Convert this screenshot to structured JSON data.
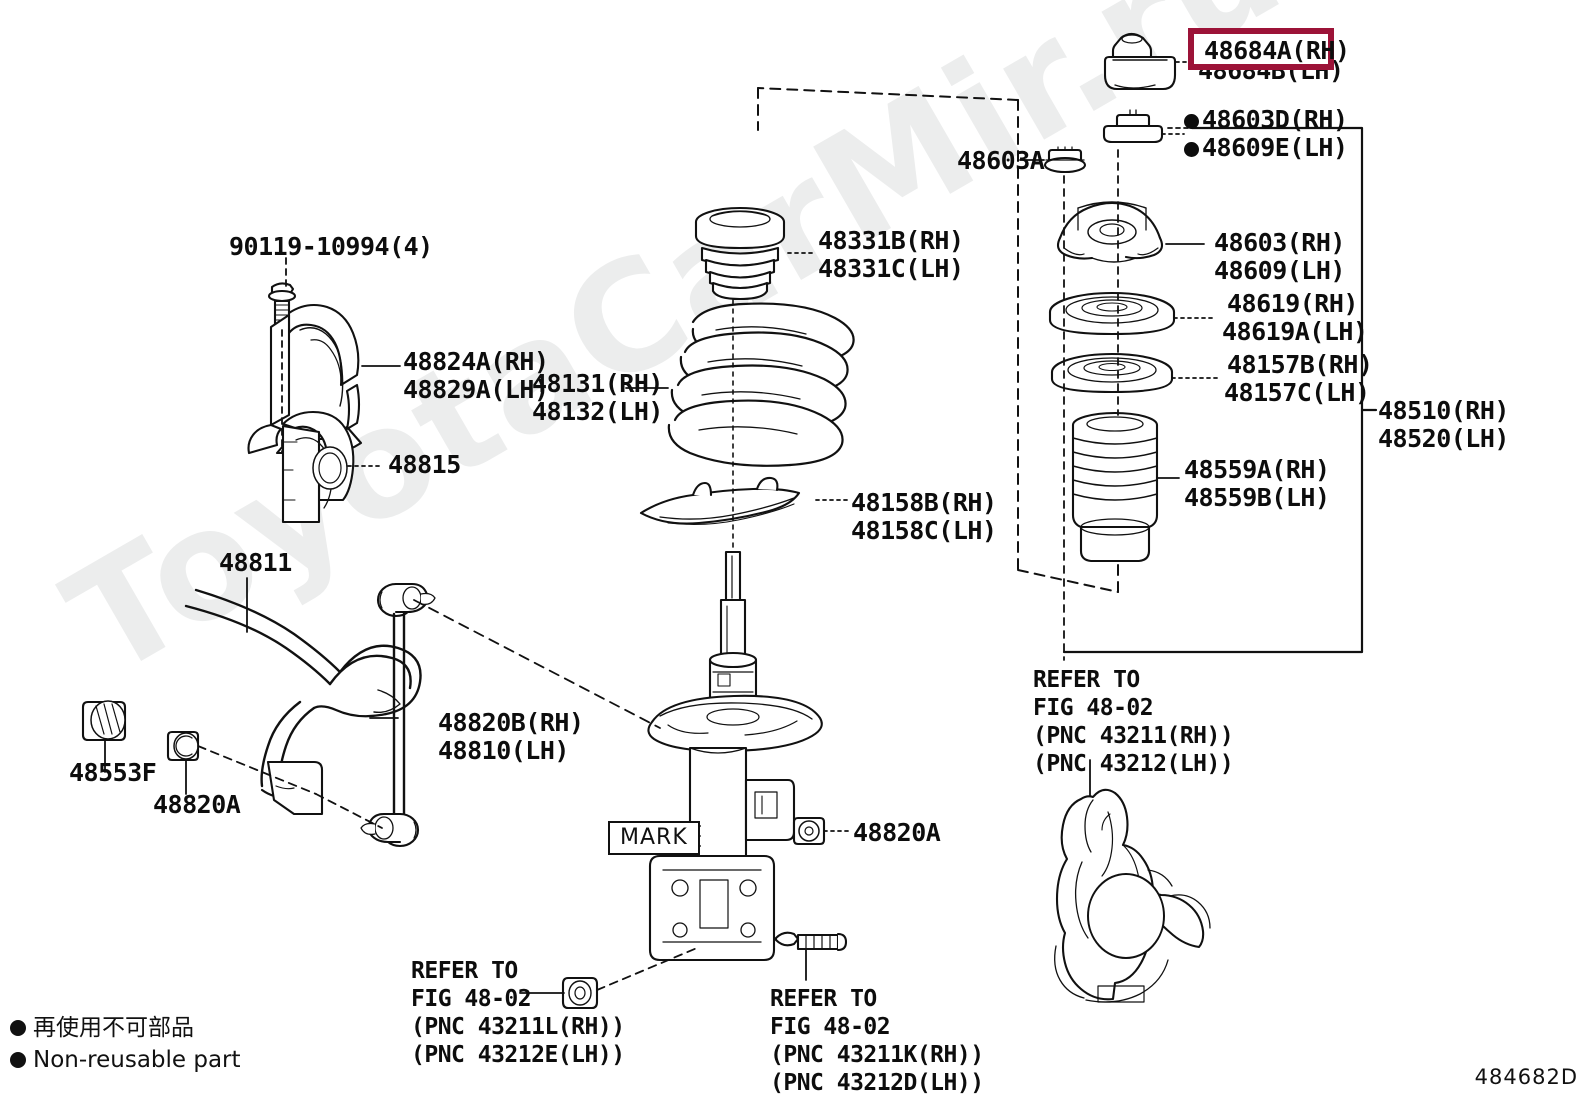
{
  "diagram": {
    "code": "484682D",
    "watermark_text": "ToyotaCarMir.ru"
  },
  "legend": {
    "japanese": "再使用不可部品",
    "english": "Non-reusable part"
  },
  "highlight": {
    "color": "#9c1338",
    "label": "48684A(RH)"
  },
  "callouts": {
    "mark": "MARK"
  },
  "parts": [
    {
      "id": "p-48684",
      "lines": [
        "48684A(RH)",
        "48684B(LH)"
      ],
      "bullets": [
        false,
        false
      ]
    },
    {
      "id": "p-48603d",
      "lines": [
        "48603D(RH)",
        "48609E(LH)"
      ],
      "bullets": [
        true,
        true
      ]
    },
    {
      "id": "p-48603a",
      "lines": [
        "48603A"
      ],
      "bullets": [
        false
      ]
    },
    {
      "id": "p-48603",
      "lines": [
        "48603(RH)",
        "48609(LH)"
      ],
      "bullets": [
        false,
        false
      ]
    },
    {
      "id": "p-48619",
      "lines": [
        "48619(RH)",
        "48619A(LH)"
      ],
      "bullets": [
        false,
        false
      ]
    },
    {
      "id": "p-48157",
      "lines": [
        "48157B(RH)",
        "48157C(LH)"
      ],
      "bullets": [
        false,
        false
      ]
    },
    {
      "id": "p-48559",
      "lines": [
        "48559A(RH)",
        "48559B(LH)"
      ],
      "bullets": [
        false,
        false
      ]
    },
    {
      "id": "p-48510",
      "lines": [
        "48510(RH)",
        "48520(LH)"
      ],
      "bullets": [
        false,
        false
      ]
    },
    {
      "id": "p-48331",
      "lines": [
        "48331B(RH)",
        "48331C(LH)"
      ],
      "bullets": [
        false,
        false
      ]
    },
    {
      "id": "p-48131",
      "lines": [
        "48131(RH)",
        "48132(LH)"
      ],
      "bullets": [
        false,
        false
      ]
    },
    {
      "id": "p-48158",
      "lines": [
        "48158B(RH)",
        "48158C(LH)"
      ],
      "bullets": [
        false,
        false
      ]
    },
    {
      "id": "p-90119",
      "lines": [
        "90119-10994(4)"
      ],
      "bullets": [
        false
      ]
    },
    {
      "id": "p-48824",
      "lines": [
        "48824A(RH)",
        "48829A(LH)"
      ],
      "bullets": [
        false,
        false
      ]
    },
    {
      "id": "p-48815",
      "lines": [
        "48815"
      ],
      "bullets": [
        false
      ]
    },
    {
      "id": "p-48811",
      "lines": [
        "48811"
      ],
      "bullets": [
        false
      ]
    },
    {
      "id": "p-48553f",
      "lines": [
        "48553F"
      ],
      "bullets": [
        false
      ]
    },
    {
      "id": "p-48820a-left",
      "lines": [
        "48820A"
      ],
      "bullets": [
        false
      ]
    },
    {
      "id": "p-48820b",
      "lines": [
        "48820B(RH)",
        "48810(LH)"
      ],
      "bullets": [
        false,
        false
      ]
    },
    {
      "id": "p-48820a-right",
      "lines": [
        "48820A"
      ],
      "bullets": [
        false
      ]
    }
  ],
  "refer_blocks": [
    {
      "id": "refer-knuckle",
      "lines": [
        "REFER TO",
        "FIG 48-02",
        "(PNC 43211(RH))",
        "(PNC 43212(LH))"
      ]
    },
    {
      "id": "refer-lower-left",
      "lines": [
        "REFER TO",
        "FIG 48-02",
        "(PNC 43211L(RH))",
        "(PNC 43212E(LH))"
      ]
    },
    {
      "id": "refer-lower-right",
      "lines": [
        "REFER TO",
        "FIG 48-02",
        "(PNC 43211K(RH))",
        "(PNC 43212D(LH))"
      ]
    }
  ]
}
